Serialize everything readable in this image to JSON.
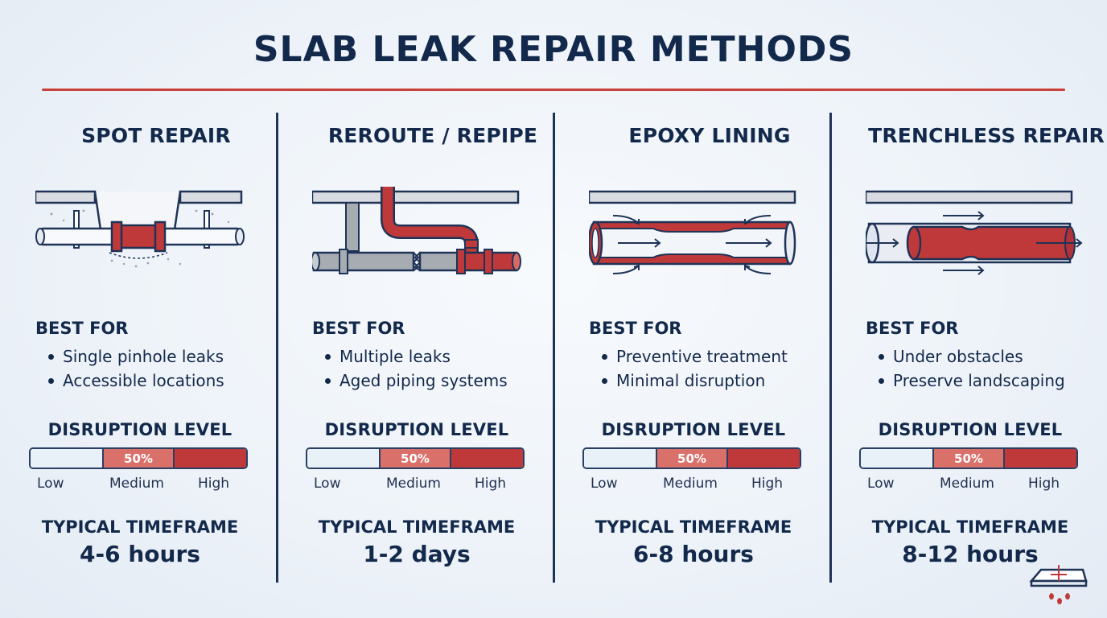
{
  "title": "SLAB LEAK REPAIR METHODS",
  "colors": {
    "navy": "#13294b",
    "red": "#c0393a",
    "gray": "#a7acb3",
    "light": "#e8f0f8"
  },
  "methods": [
    {
      "name": "SPOT REPAIR",
      "illustration_icon": "spot-repair-pipe-icon",
      "best_for_label": "BEST FOR",
      "best_for": [
        "Single pinhole leaks",
        "Accessible locations"
      ],
      "disruption_label": "DISRUPTION LEVEL",
      "disruption_value": "50%",
      "disruption_scale": [
        "Low",
        "Medium",
        "High"
      ],
      "timeframe_label": "TYPICAL TIMEFRAME",
      "timeframe": "4-6 hours"
    },
    {
      "name": "REROUTE / REPIPE",
      "illustration_icon": "reroute-pipe-icon",
      "best_for_label": "BEST FOR",
      "best_for": [
        "Multiple leaks",
        "Aged piping systems"
      ],
      "disruption_label": "DISRUPTION LEVEL",
      "disruption_value": "50%",
      "disruption_scale": [
        "Low",
        "Medium",
        "High"
      ],
      "timeframe_label": "TYPICAL TIMEFRAME",
      "timeframe": "1-2 days"
    },
    {
      "name": "EPOXY LINING",
      "illustration_icon": "epoxy-lining-pipe-icon",
      "best_for_label": "BEST FOR",
      "best_for": [
        "Preventive treatment",
        "Minimal disruption"
      ],
      "disruption_label": "DISRUPTION LEVEL",
      "disruption_value": "50%",
      "disruption_scale": [
        "Low",
        "Medium",
        "High"
      ],
      "timeframe_label": "TYPICAL TIMEFRAME",
      "timeframe": "6-8 hours"
    },
    {
      "name": "TRENCHLESS REPAIR",
      "illustration_icon": "trenchless-pipe-icon",
      "best_for_label": "BEST FOR",
      "best_for": [
        "Under obstacles",
        "Preserve landscaping"
      ],
      "disruption_label": "DISRUPTION LEVEL",
      "disruption_value": "50%",
      "disruption_scale": [
        "Low",
        "Medium",
        "High"
      ],
      "timeframe_label": "TYPICAL TIMEFRAME",
      "timeframe": "8-12 hours"
    }
  ],
  "logo_icon": "slab-leak-logo-icon"
}
